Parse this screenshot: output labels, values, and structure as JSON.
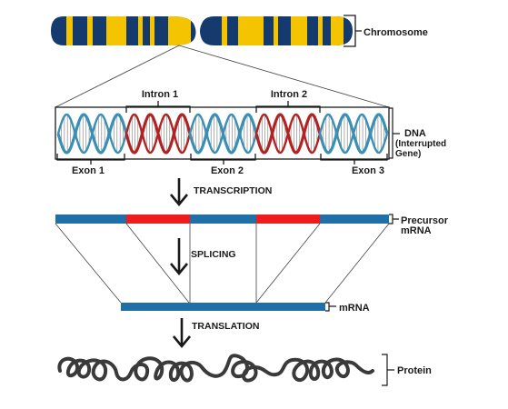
{
  "labels": {
    "chromosome": "Chromosome",
    "intron1": "Intron 1",
    "intron2": "Intron 2",
    "exon1": "Exon 1",
    "exon2": "Exon 2",
    "exon3": "Exon 3",
    "dna_line1": "DNA",
    "dna_line2": "(Interrupted",
    "dna_line3": "Gene)",
    "transcription": "TRANSCRIPTION",
    "precursor_line1": "Precursor",
    "precursor_line2": "mRNA",
    "splicing": "SPLICING",
    "mrna": "mRNA",
    "translation": "TRANSLATION",
    "protein": "Protein"
  },
  "colors": {
    "chromosome_body": "#153a6e",
    "chromosome_band": "#f5c400",
    "exon": "#1f6fa8",
    "intron": "#ee1c1c",
    "dna_exon_helix": "#3a8fb5",
    "dna_intron_helix": "#b22222",
    "protein": "#3a3a3a"
  },
  "gene_segments": [
    "exon",
    "intron",
    "exon",
    "intron",
    "exon"
  ]
}
